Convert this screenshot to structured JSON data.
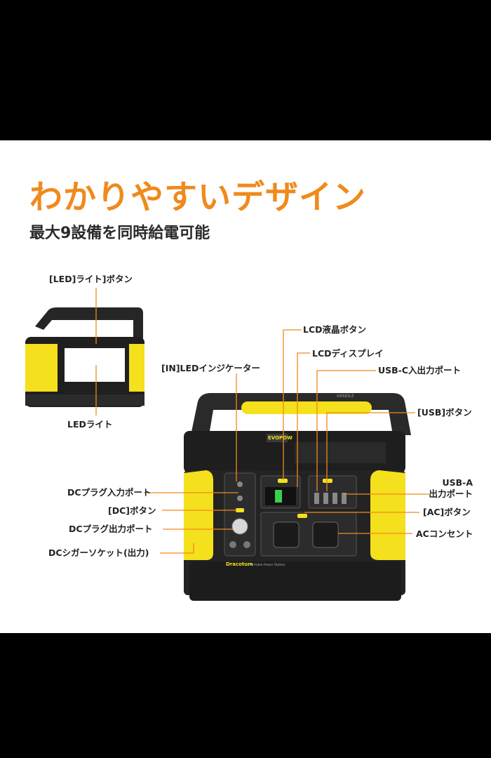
{
  "headline": "わかりやすいデザイン",
  "subline": "最大9設備を同時給電可能",
  "colors": {
    "accent": "#f08a1c",
    "device_yellow": "#f4e01c",
    "device_body": "#222222",
    "line": "#f08a1c"
  },
  "labels": {
    "led_button": "[LED]ライト]ボタン",
    "led_light": "LEDライト",
    "lcd_button": "LCD液晶ボタン",
    "lcd_display": "LCDディスプレイ",
    "in_indicator": "[IN]LEDインジケーター",
    "usbc_port": "USB-C入出力ポート",
    "usb_button": "[USB]ボタン",
    "dc_input": "DCプラグ入力ポート",
    "dc_button": "[DC]ボタン",
    "dc_output": "DCプラグ出力ポート",
    "dc_cigar": "DCシガーソケット(出力)",
    "usba_port_line1": "USB-A",
    "usba_port_line2": "出力ポート",
    "ac_button": "[AC]ボタン",
    "ac_outlet": "ACコンセント"
  },
  "device_text": {
    "handle": "HANDLE",
    "brand": "EVOPOW",
    "model": "Dracotum",
    "model_sub": "Portable Power Station"
  }
}
